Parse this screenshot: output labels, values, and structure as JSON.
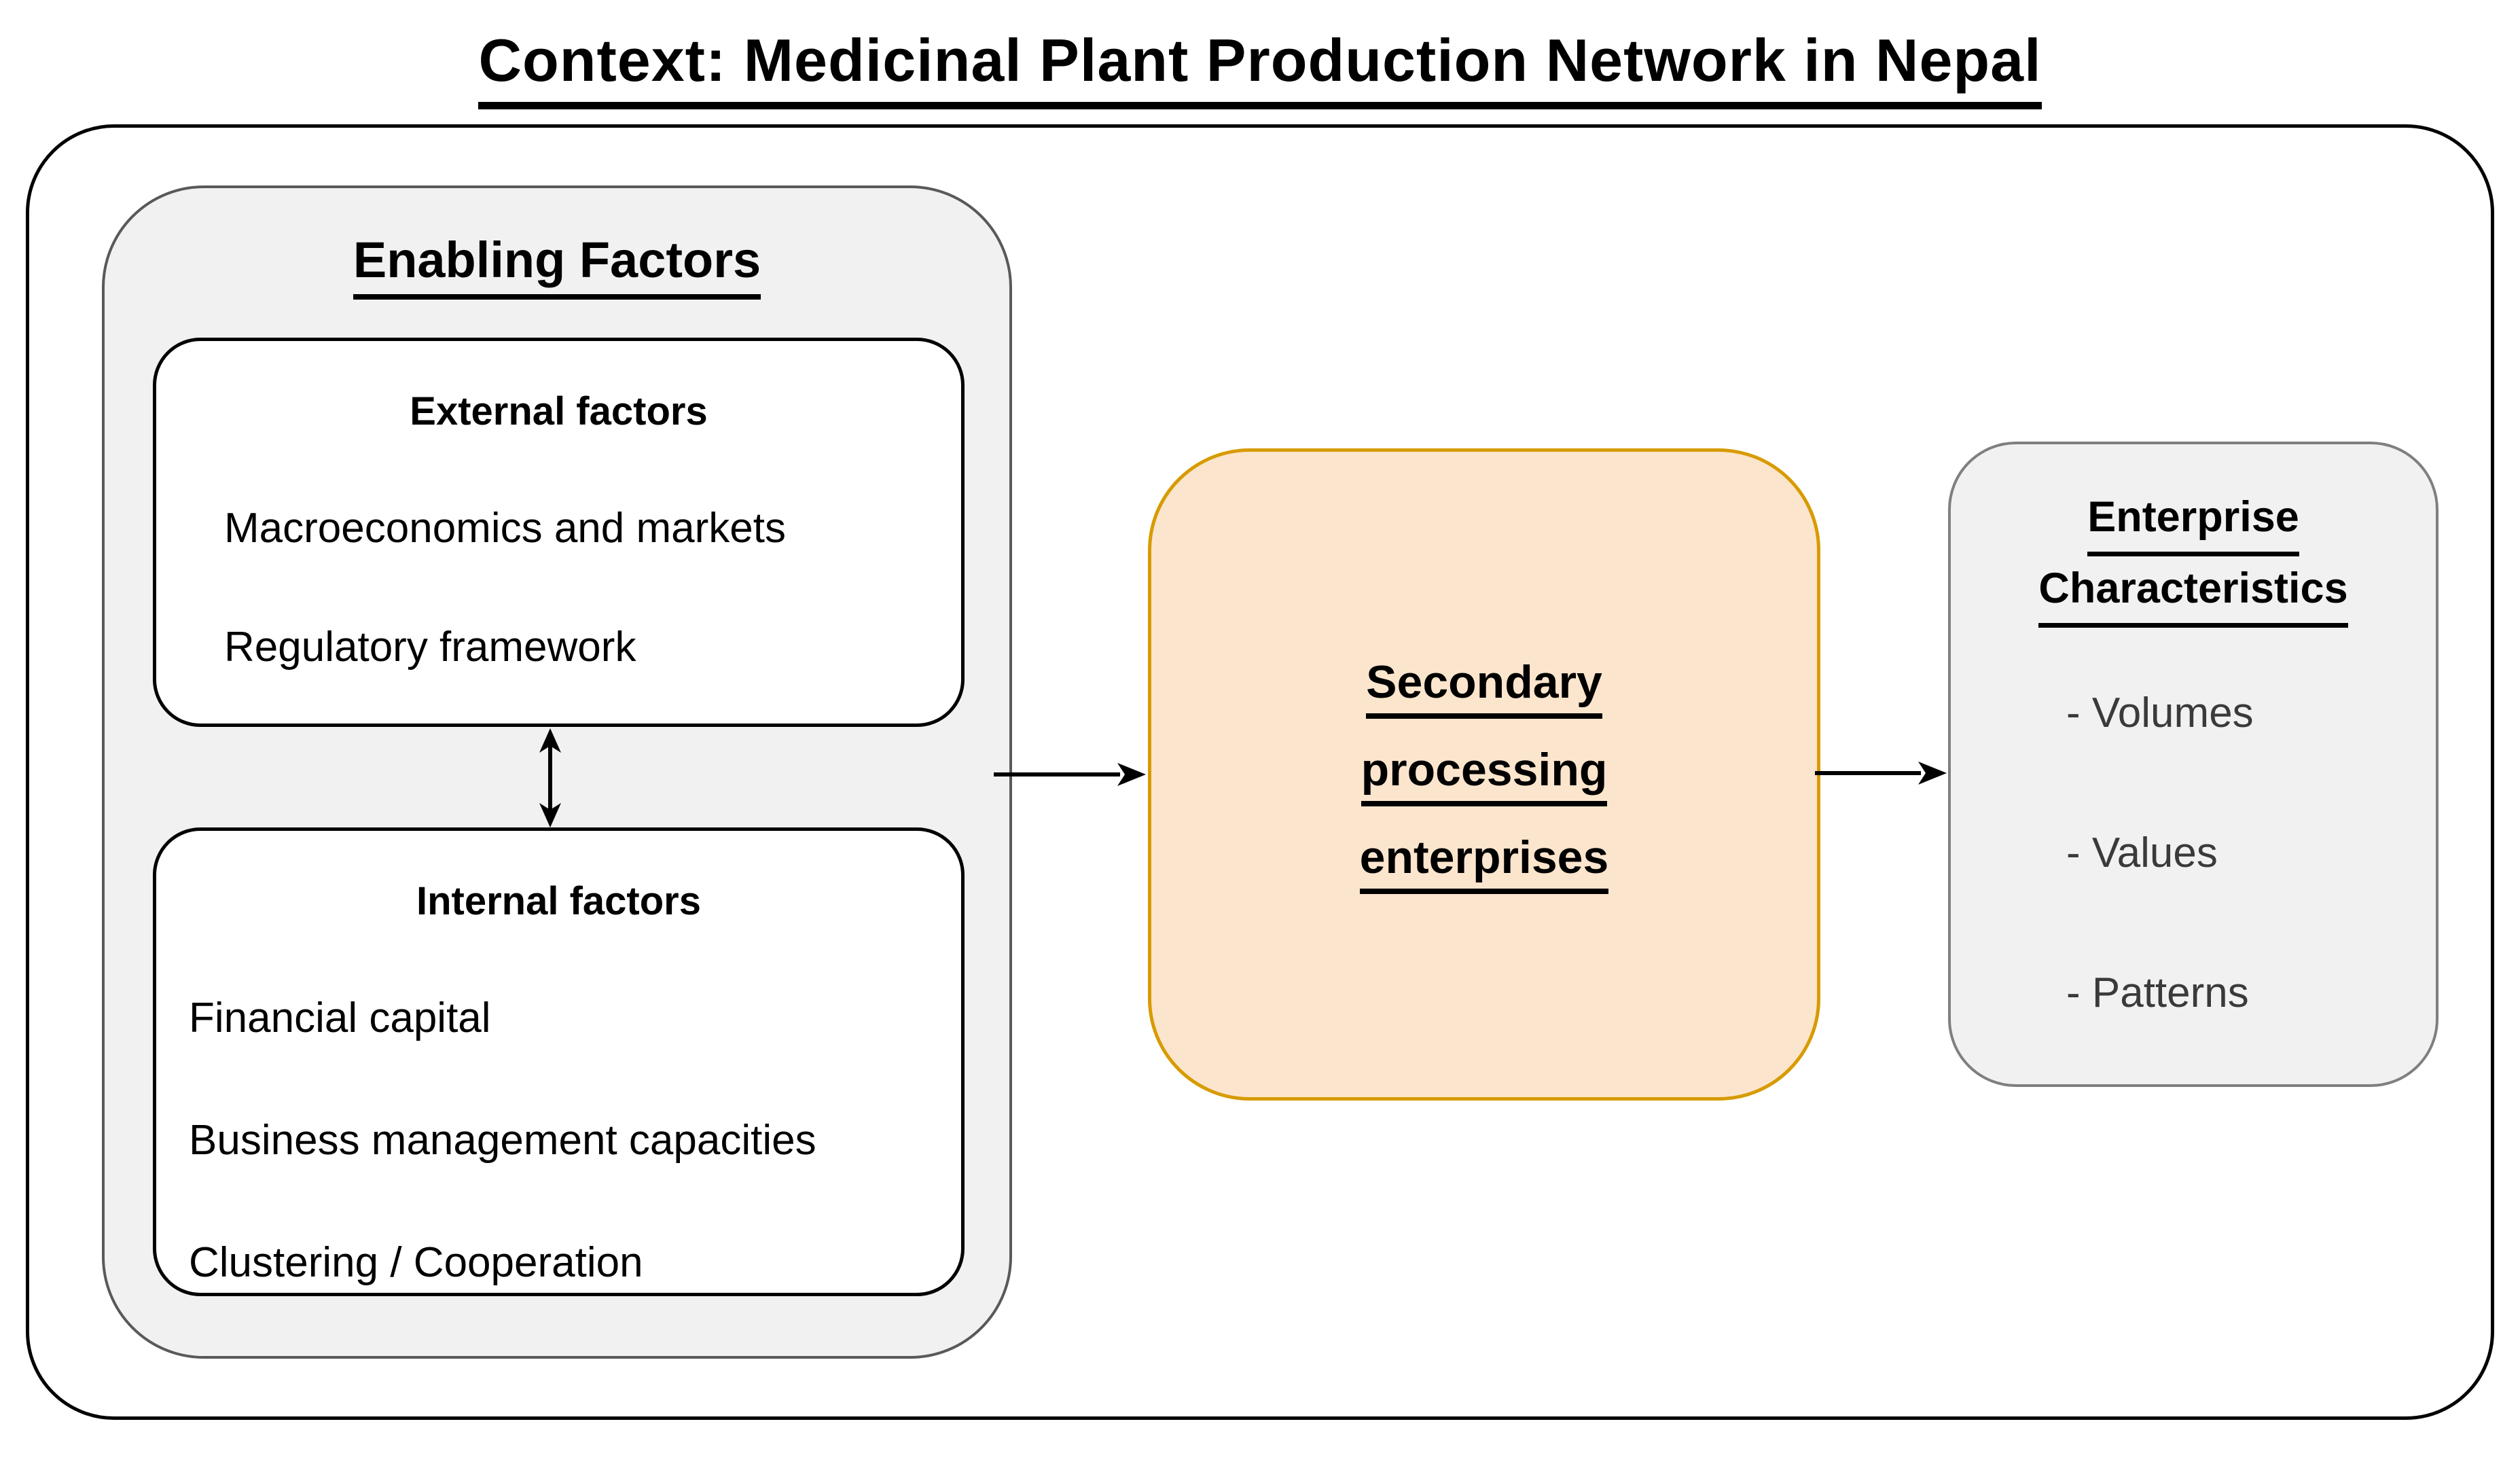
{
  "title": "Context: Medicinal Plant Production Network in Nepal",
  "colors": {
    "orange-fill": "#fce5cd",
    "orange-border": "#d79b00",
    "panel-fill": "#f1f1f1",
    "panel-border": "#595959",
    "char-border": "#7f7f7f",
    "muted-text": "#3a3a3a"
  },
  "enabling": {
    "heading": "Enabling Factors",
    "external": {
      "heading": "External factors",
      "items": [
        "Macroeconomics and markets",
        "Regulatory framework"
      ]
    },
    "internal": {
      "heading": "Internal factors",
      "items": [
        "Financial capital",
        "Business management capacities",
        "Clustering / Cooperation"
      ]
    }
  },
  "processing": {
    "lines": [
      "Secondary",
      "processing",
      "enterprises"
    ]
  },
  "characteristics": {
    "heading_lines": [
      "Enterprise",
      "Characteristics"
    ],
    "items": [
      "- Volumes",
      "- Values",
      "- Patterns"
    ]
  }
}
